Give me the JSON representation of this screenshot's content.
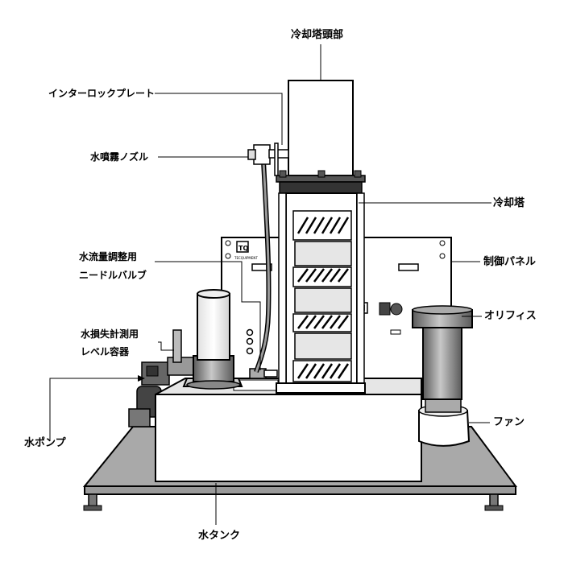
{
  "labels": {
    "cooling_tower_head": "冷却塔頭部",
    "interlock_plate": "インターロックプレート",
    "water_spray_nozzle": "水噴霧ノズル",
    "cooling_tower": "冷却塔",
    "flow_needle_valve_line1": "水流量調整用",
    "flow_needle_valve_line2": "ニードルバルブ",
    "control_panel": "制御パネル",
    "orifice": "オリフィス",
    "water_loss_gauge_line1": "水損失計測用",
    "water_loss_gauge_line2": "レベル容器",
    "fan": "ファン",
    "water_pump": "水ポンプ",
    "water_tank": "水タンク"
  },
  "panel_logo_text": "TECQUIPMENT",
  "colors": {
    "line": "#000000",
    "base_plate": "#a9a9a9",
    "tower_dark": "#555555",
    "fan_gray": "#8c8c8c",
    "fill_light": "#ffffff",
    "fill_pale": "#e6e6e6"
  }
}
